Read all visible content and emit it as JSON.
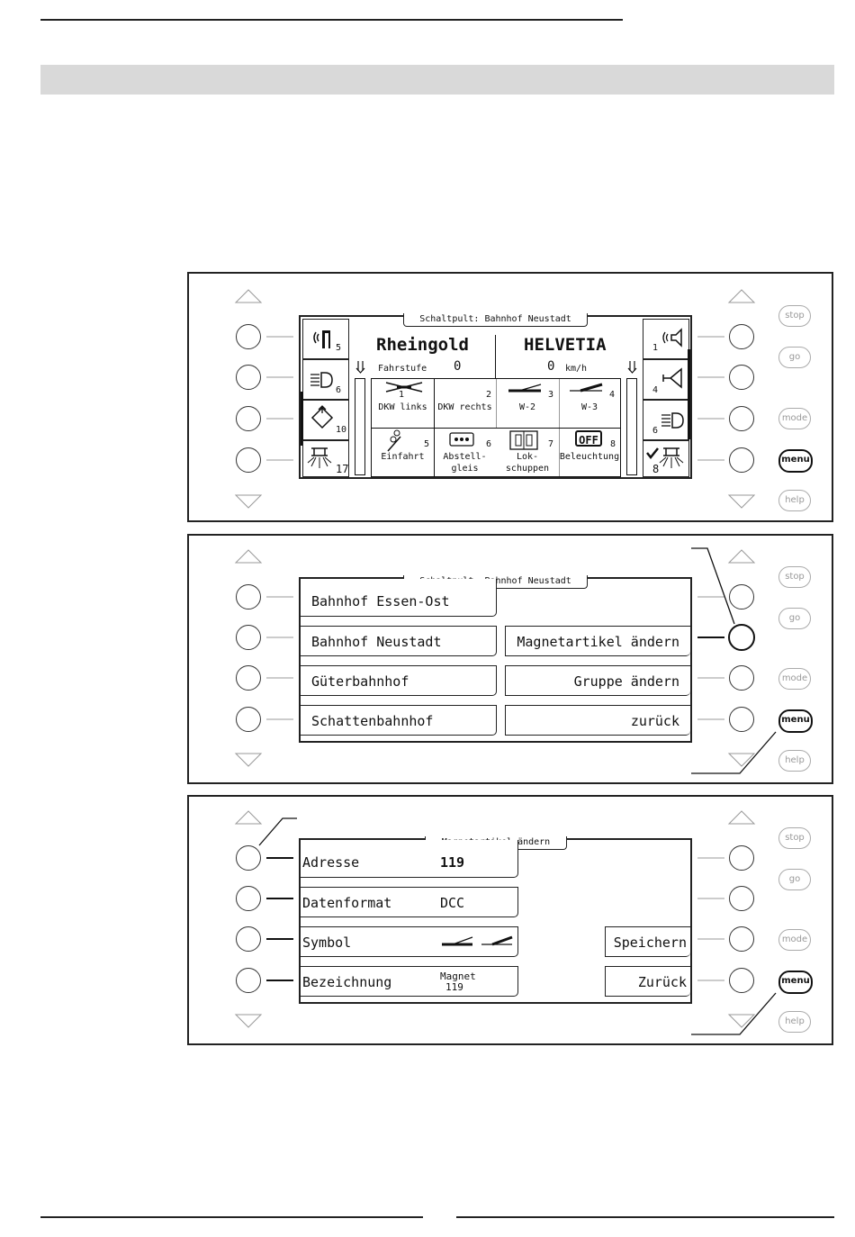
{
  "panel1": {
    "title": "Schaltpult: Bahnhof Neustadt",
    "left_buttons": [
      {
        "icon": "signal-icon",
        "number": "5"
      },
      {
        "icon": "headlight-icon",
        "number": "6"
      },
      {
        "icon": "diamond-arrow-icon",
        "number": "10"
      },
      {
        "icon": "ceiling-light-icon",
        "number": "17"
      }
    ],
    "right_buttons": [
      {
        "icon": "speaker-icon",
        "number": "1"
      },
      {
        "icon": "horn-icon",
        "number": "4"
      },
      {
        "icon": "headlight-icon",
        "number": "6"
      },
      {
        "icon": "ceiling-light-icon",
        "number": "8"
      }
    ],
    "loco_left": {
      "name": "Rheingold",
      "label": "Fahrstufe",
      "value": "0"
    },
    "loco_right": {
      "name": "HELVETIA",
      "value": "0",
      "unit": "km/h"
    },
    "grid": [
      {
        "number": "1",
        "label": "DKW links"
      },
      {
        "number": "2",
        "label": "DKW rechts"
      },
      {
        "number": "3",
        "label": "W-2"
      },
      {
        "number": "4",
        "label": "W-3"
      },
      {
        "number": "5",
        "label": "Einfahrt"
      },
      {
        "number": "6",
        "label": "Abstell-",
        "label2": "gleis"
      },
      {
        "number": "7",
        "label": "Lok-",
        "label2": "schuppen"
      },
      {
        "number": "8",
        "label": "Beleuchtung",
        "badge": "OFF"
      }
    ]
  },
  "panel2": {
    "title": "Schaltpult: Bahnhof Neustadt",
    "left_items": [
      "Bahnhof Essen-Ost",
      "Bahnhof Neustadt",
      "Güterbahnhof",
      "Schattenbahnhof"
    ],
    "right_items": [
      "Magnetartikel ändern",
      "Gruppe ändern",
      "zurück"
    ]
  },
  "panel3": {
    "title": "Magnetartikel ändern",
    "fields": [
      {
        "label": "Adresse",
        "value": "119"
      },
      {
        "label": "Datenformat",
        "value": "DCC"
      },
      {
        "label": "Symbol",
        "value": ""
      },
      {
        "label": "Bezeichnung",
        "value_line1": "Magnet",
        "value_line2": "119"
      }
    ],
    "right_items": [
      "Speichern",
      "Zurück"
    ]
  },
  "side_buttons": {
    "stop": "stop",
    "go": "go",
    "mode": "mode",
    "menu": "menu",
    "help": "help"
  }
}
